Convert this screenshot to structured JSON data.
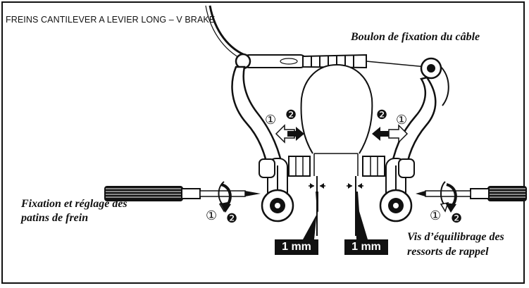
{
  "title": "FREINS CANTILEVER A LEVIER LONG – V BRAKE",
  "labels": {
    "cable_bolt": "Boulon de fixation du câble",
    "pad_fixing": "Fixation et réglage des patins de frein",
    "spring_screw": "Vis d’équilibrage des ressorts de rappel"
  },
  "clearance": {
    "left": "1 mm",
    "right": "1 mm"
  },
  "step_markers": {
    "one": "①",
    "two": "❷"
  }
}
